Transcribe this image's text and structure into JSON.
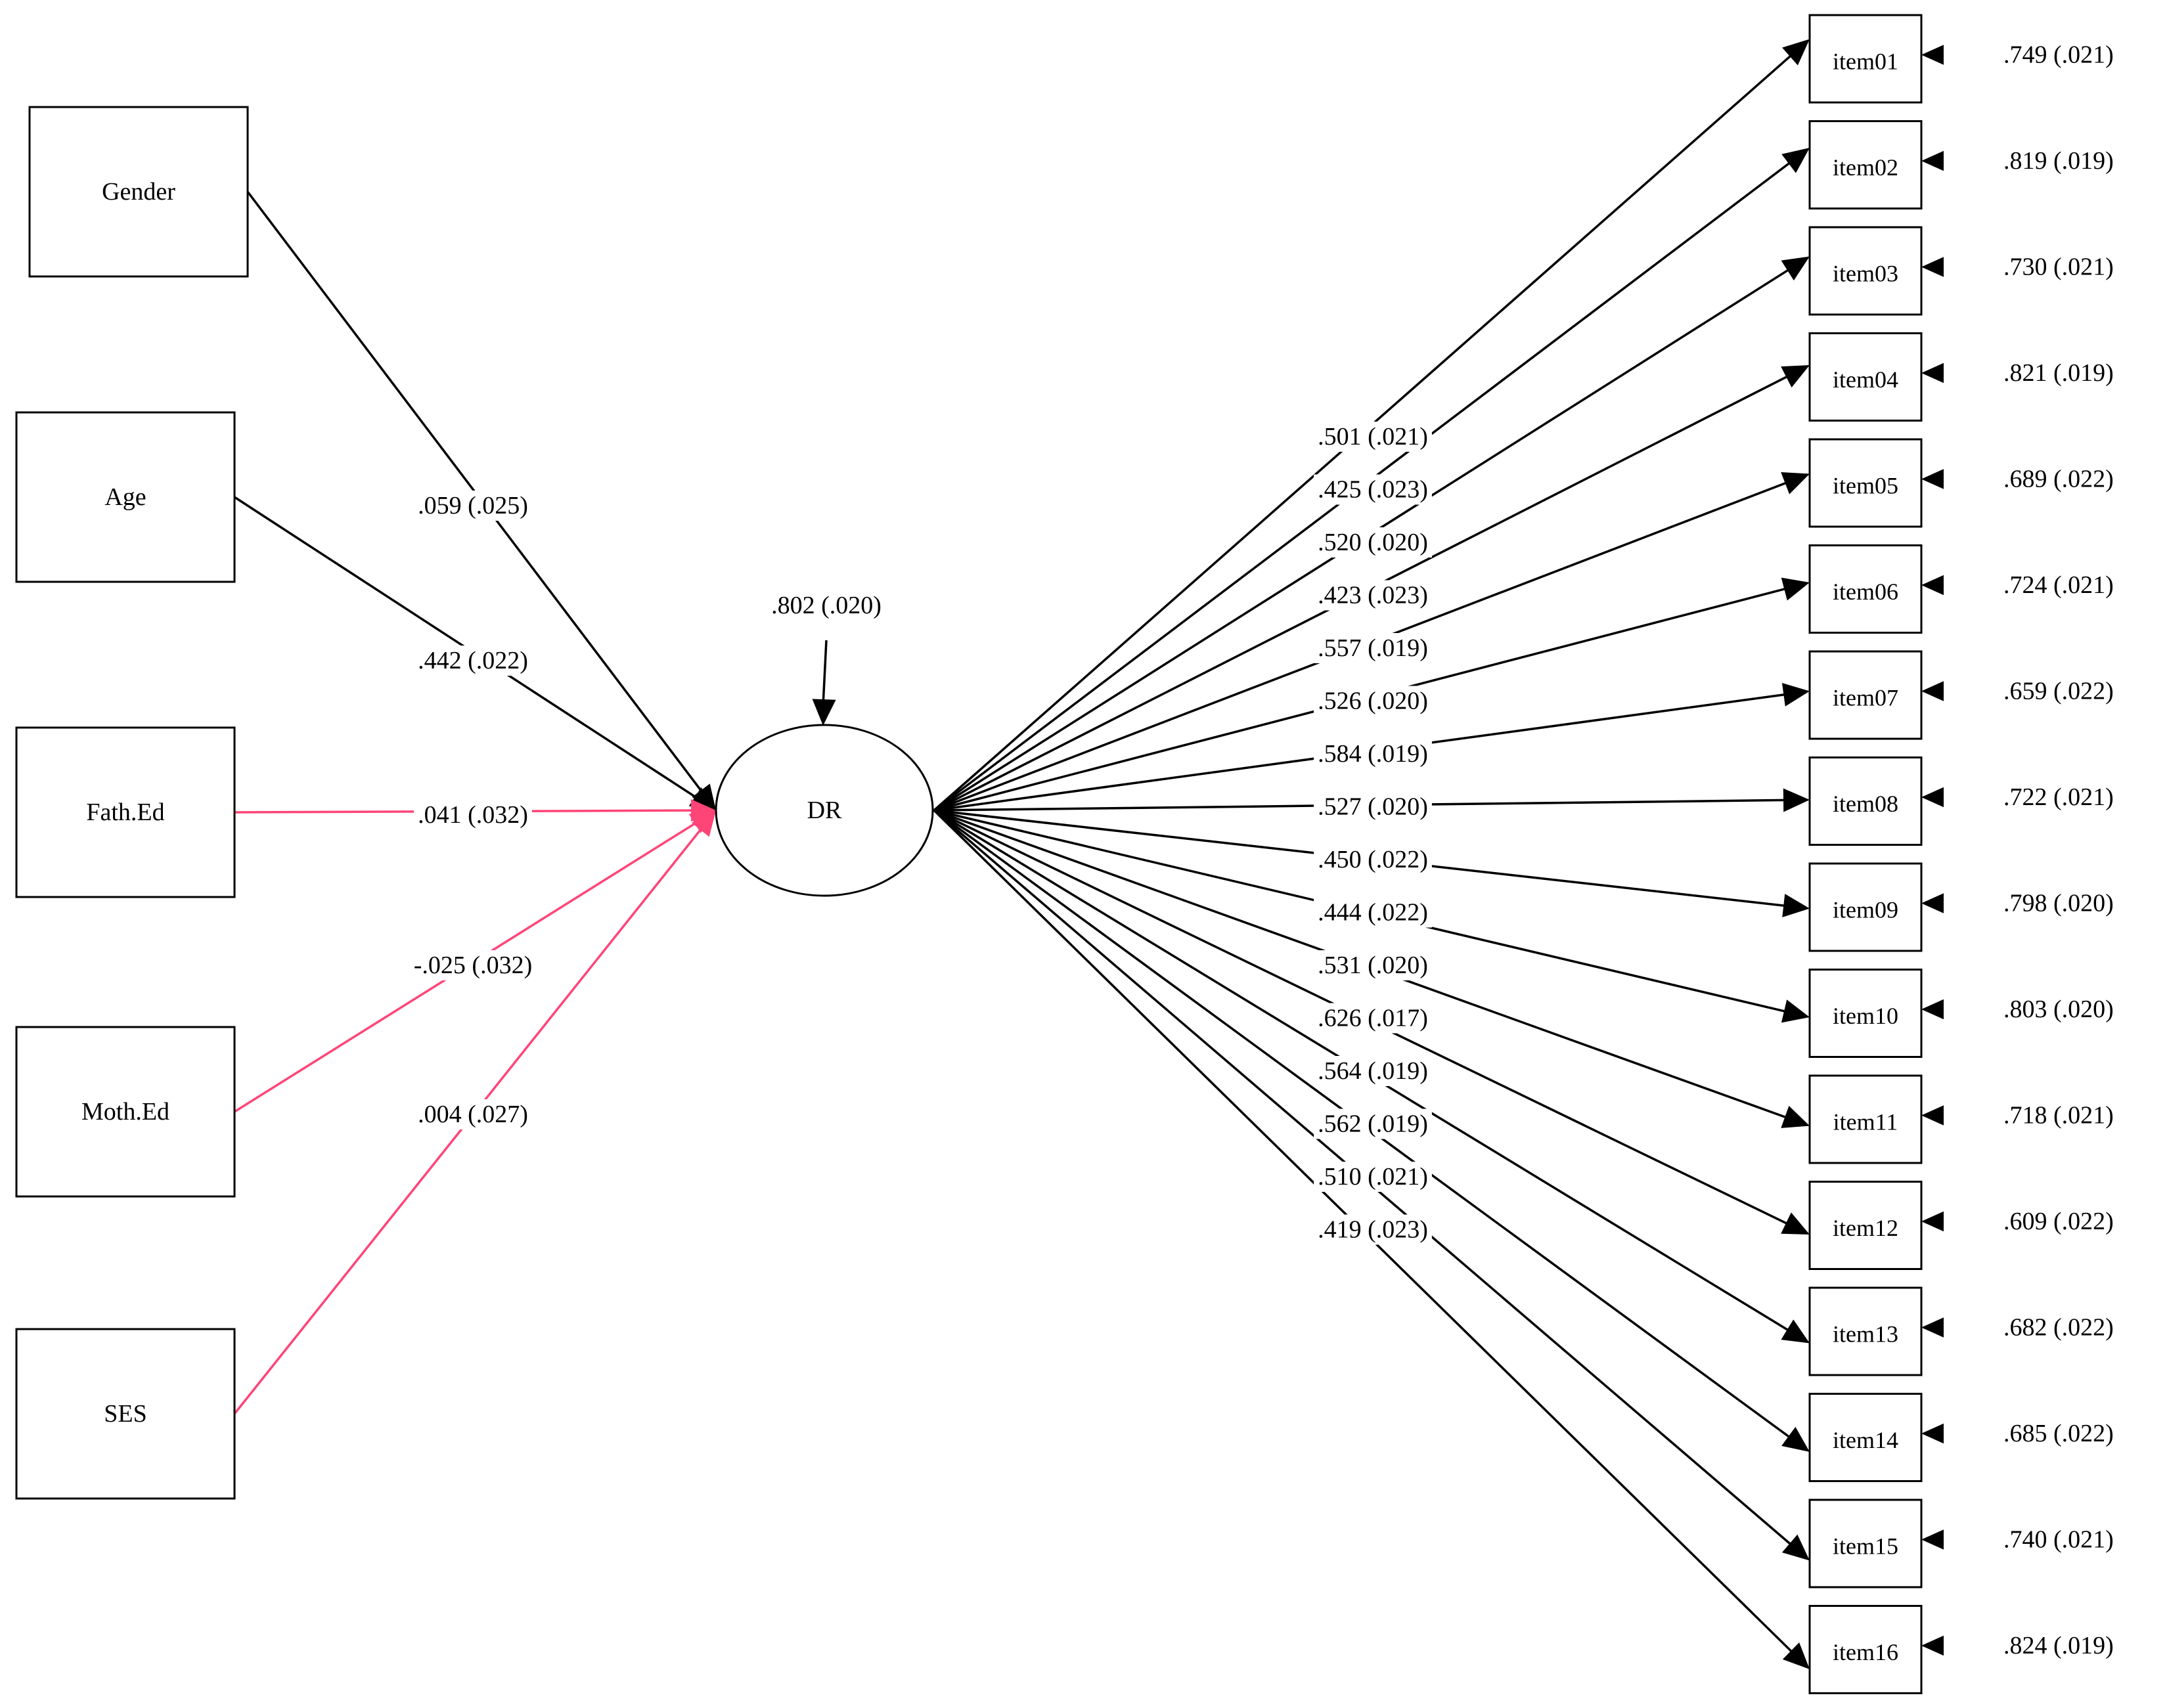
{
  "colors": {
    "significant": "#000000",
    "non_significant": "#ff4477",
    "background": "#ffffff"
  },
  "latent": {
    "label": "DR",
    "residual": ".802 (.020)"
  },
  "predictors": [
    {
      "label": "Gender",
      "estimate": ".059 (.025)",
      "significant": true
    },
    {
      "label": "Age",
      "estimate": ".442 (.022)",
      "significant": true
    },
    {
      "label": "Fath.Ed",
      "estimate": ".041 (.032)",
      "significant": false
    },
    {
      "label": "Moth.Ed",
      "estimate": "-.025 (.032)",
      "significant": false
    },
    {
      "label": "SES",
      "estimate": ".004 (.027)",
      "significant": false
    }
  ],
  "items": [
    {
      "label": "item01",
      "loading": ".501 (.021)",
      "residual": ".749 (.021)"
    },
    {
      "label": "item02",
      "loading": ".425 (.023)",
      "residual": ".819 (.019)"
    },
    {
      "label": "item03",
      "loading": ".520 (.020)",
      "residual": ".730 (.021)"
    },
    {
      "label": "item04",
      "loading": ".423 (.023)",
      "residual": ".821 (.019)"
    },
    {
      "label": "item05",
      "loading": ".557 (.019)",
      "residual": ".689 (.022)"
    },
    {
      "label": "item06",
      "loading": ".526 (.020)",
      "residual": ".724 (.021)"
    },
    {
      "label": "item07",
      "loading": ".584 (.019)",
      "residual": ".659 (.022)"
    },
    {
      "label": "item08",
      "loading": ".527 (.020)",
      "residual": ".722 (.021)"
    },
    {
      "label": "item09",
      "loading": ".450 (.022)",
      "residual": ".798 (.020)"
    },
    {
      "label": "item10",
      "loading": ".444 (.022)",
      "residual": ".803 (.020)"
    },
    {
      "label": "item11",
      "loading": ".531 (.020)",
      "residual": ".718 (.021)"
    },
    {
      "label": "item12",
      "loading": ".626 (.017)",
      "residual": ".609 (.022)"
    },
    {
      "label": "item13",
      "loading": ".564 (.019)",
      "residual": ".682 (.022)"
    },
    {
      "label": "item14",
      "loading": ".562 (.019)",
      "residual": ".685 (.022)"
    },
    {
      "label": "item15",
      "loading": ".510 (.021)",
      "residual": ".740 (.021)"
    },
    {
      "label": "item16",
      "loading": ".419 (.023)",
      "residual": ".824 (.019)"
    }
  ]
}
